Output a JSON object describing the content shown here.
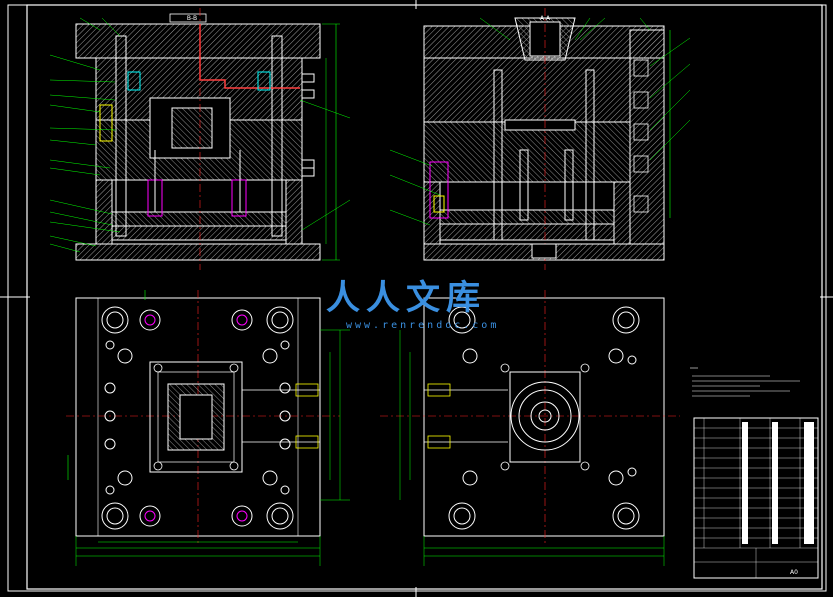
{
  "watermark": {
    "text": "人人文库",
    "url": "www.renrendoc.com"
  },
  "views": {
    "top_left": "B-B",
    "top_right": "A-A"
  },
  "title_block": {
    "sheet": "A0"
  },
  "colors": {
    "background": "#000000",
    "outline": "#ffffff",
    "hatch": "#b0b0b0",
    "leader": "#00ff00",
    "centerline": "#ff2020",
    "magenta": "#ff00ff",
    "cyan": "#00ffff",
    "yellow": "#ffff00",
    "watermark": "#3a8fe0"
  }
}
